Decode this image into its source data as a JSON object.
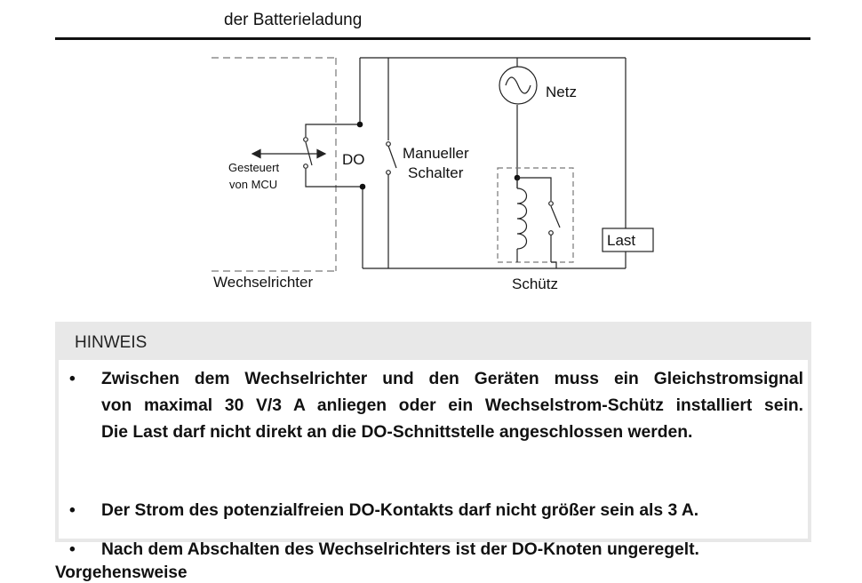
{
  "header": {
    "caption_line": "der Batterieladung"
  },
  "diagram": {
    "labels": {
      "do": "DO",
      "controlled_by_1": "Gesteuert",
      "controlled_by_2": "von MCU",
      "manual_switch_1": "Manueller",
      "manual_switch_2": "Schalter",
      "grid": "Netz",
      "load": "Last",
      "contactor": "Schütz",
      "inverter": "Wechselrichter"
    }
  },
  "notice": {
    "title": "HINWEIS",
    "bullet_symbol": "•",
    "items": [
      {
        "lines": [
          "Zwischen dem Wechselrichter und den Geräten muss ein Gleichstromsignal",
          "von maximal 30 V/3 A anliegen oder ein Wechselstrom-Schütz installiert sein.",
          "Die Last darf nicht direkt an die DO-Schnittstelle angeschlossen werden."
        ]
      },
      {
        "lines": [
          "Der Strom des potenzialfreien DO-Kontakts darf nicht größer sein als 3 A."
        ]
      },
      {
        "lines": [
          "Nach dem Abschalten des Wechselrichters ist der DO-Knoten ungeregelt."
        ]
      }
    ]
  },
  "next_section": {
    "heading": "Vorgehensweise"
  }
}
